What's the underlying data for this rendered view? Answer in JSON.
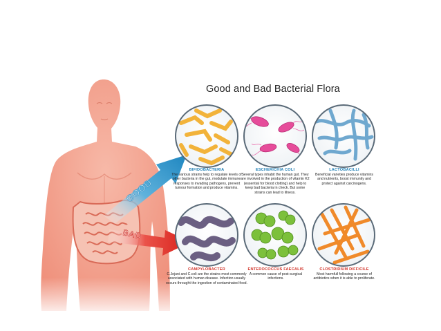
{
  "title": "Good and Bad Bacterial Flora",
  "arrows": {
    "good": "GOOD",
    "bad": "BAD"
  },
  "bacteria": [
    {
      "name": "BIFIDOBACTERIA",
      "kind": "good",
      "description": "The various strains help to regulate levels of other bacteria in the gut, modulate immune responses to invading pathogens, prevent tumour formation and produce vitamins."
    },
    {
      "name": "ESCHERICHIA COLI",
      "kind": "good",
      "description": "Several types inhabit the human gut. They are involved in the production of vitamin K2 (essential for blood clotting) and help to keep bad bacteria in check. But some strains can lead to illness."
    },
    {
      "name": "LACTOBACILLI",
      "kind": "good",
      "description": "Beneficial varieties produce vitamins and nutrients, boost immunity and protect against carcinogens."
    },
    {
      "name": "CAMPYLOBACTER",
      "kind": "bad",
      "description": "C.Jejuni and C.coli are the strains most commonly associated with human disease. Infection usually occurs throught the ingestion of contaminated food."
    },
    {
      "name": "ENTEROCOCCUS FAECALIS",
      "kind": "bad",
      "description": "A common cause of post-surgical infections."
    },
    {
      "name": "CLOSTRIDIUM DIFFICILE",
      "kind": "bad",
      "description": "Most harmfull following a course of antibiotics when it is able to proliferate."
    }
  ],
  "colors": {
    "body": "#f2a08e",
    "good_arrow": "#2e8fc4",
    "bad_arrow": "#e0281f",
    "bifido": "#f2b33a",
    "ecoli": "#e64c9a",
    "lacto": "#6fa8cf",
    "campylo": "#6b5f82",
    "entero": "#7cc03b",
    "clostridium": "#f08a2a"
  }
}
